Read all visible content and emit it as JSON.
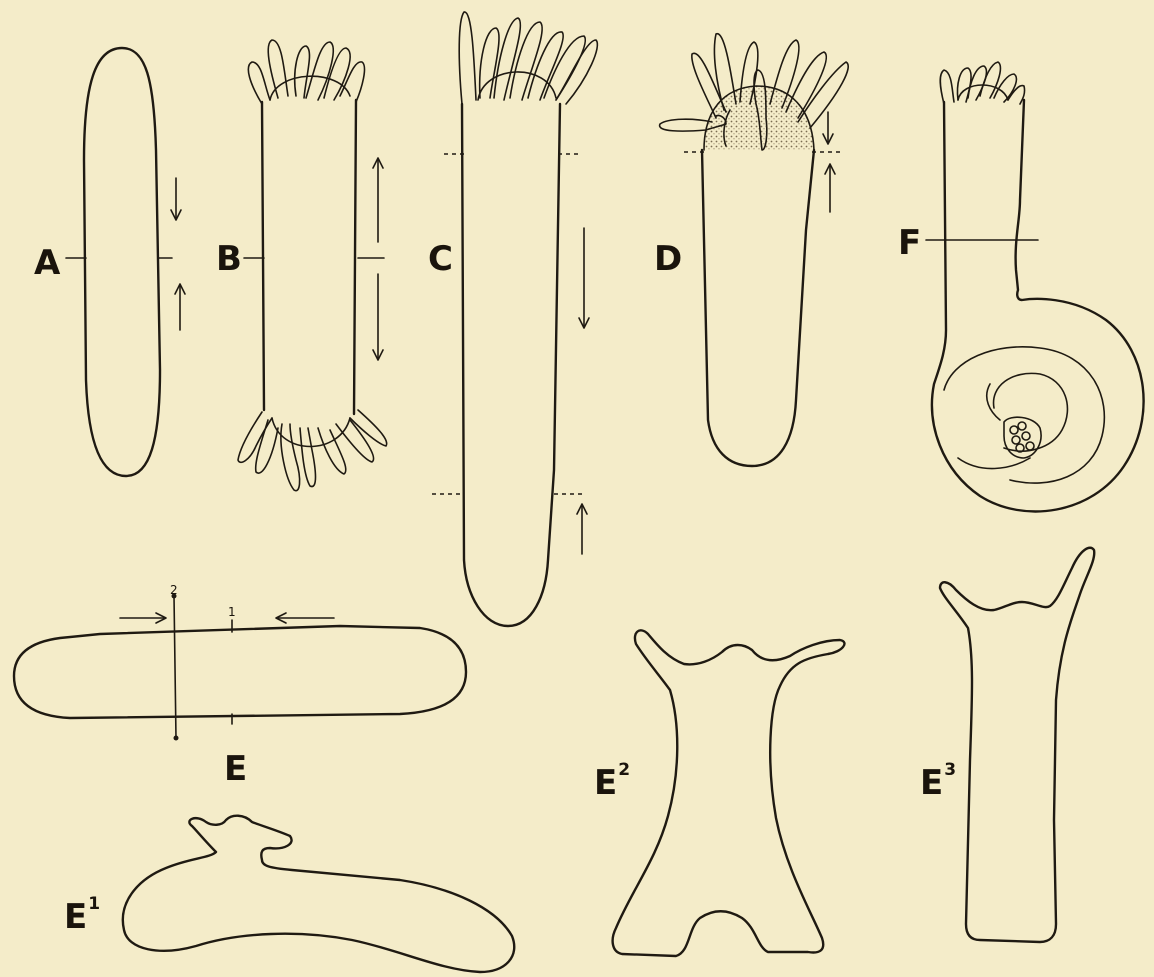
{
  "figure": {
    "panels": {
      "a": {
        "label": "A"
      },
      "b": {
        "label": "B"
      },
      "c": {
        "label": "C"
      },
      "d": {
        "label": "D"
      },
      "e": {
        "label": "E",
        "cut_1": "1",
        "cut_2": "2"
      },
      "e1": {
        "label": "E",
        "sup": "1"
      },
      "e2": {
        "label": "E",
        "sup": "2"
      },
      "e3": {
        "label": "E",
        "sup": "3"
      },
      "f": {
        "label": "F"
      }
    }
  }
}
